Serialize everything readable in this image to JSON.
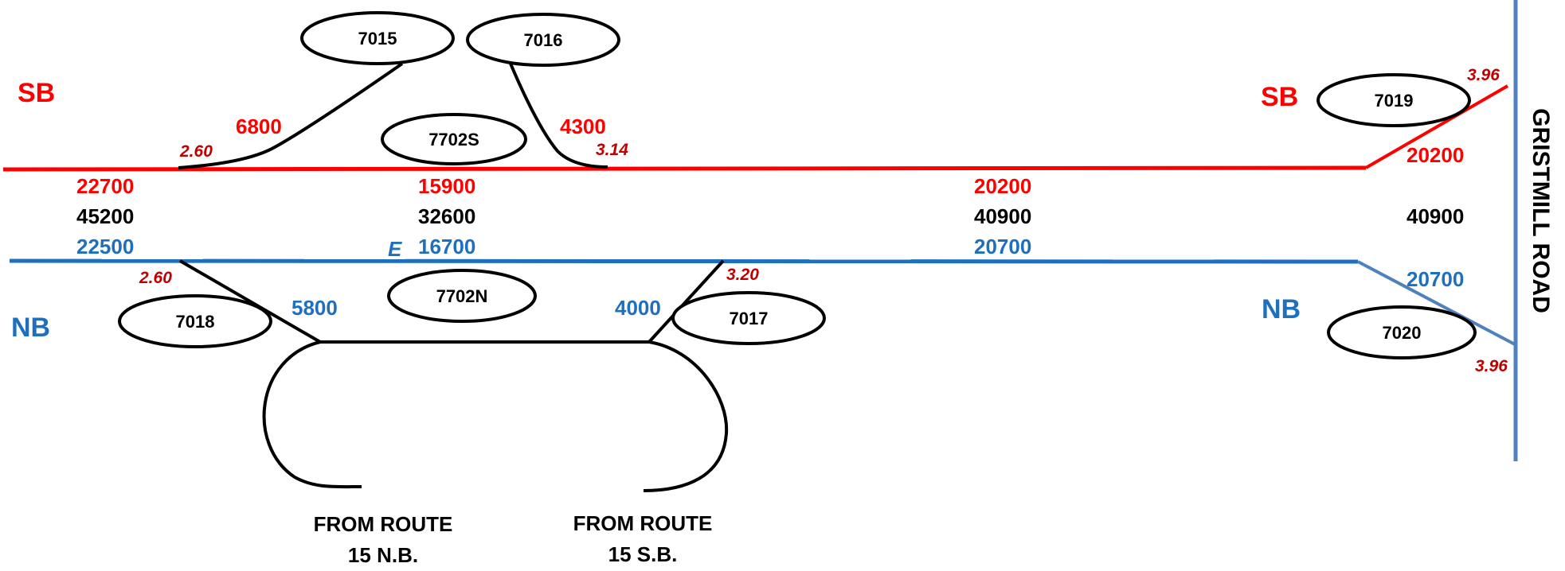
{
  "colors": {
    "southbound": "#ff0000",
    "northbound": "#1f6fbf",
    "milepost": "#c00000",
    "road": "#4f81bd",
    "ink": "#000000"
  },
  "directions": {
    "sb": "SB",
    "nb": "NB"
  },
  "road_name": "GRISTMILL ROAD",
  "mainline_marker": "E",
  "stations": {
    "s7015": "7015",
    "s7016": "7016",
    "s7702S": "7702S",
    "s7019": "7019",
    "s7018": "7018",
    "s7702N": "7702N",
    "s7017": "7017",
    "s7020": "7020"
  },
  "southbound_volumes": {
    "seg1": "22700",
    "seg2": "15900",
    "seg3": "20200",
    "seg4": "20200",
    "ramp_7015": "6800",
    "ramp_7016": "4300"
  },
  "total_volumes": {
    "seg1": "45200",
    "seg2": "32600",
    "seg3": "40900",
    "seg4": "40900"
  },
  "northbound_volumes": {
    "seg1": "22500",
    "seg2": "16700",
    "seg3": "20700",
    "seg4": "20700",
    "ramp_7018": "5800",
    "ramp_7017": "4000"
  },
  "mileposts": {
    "sb_ramp_7015": "2.60",
    "sb_ramp_7016": "3.14",
    "sb_gristmill": "3.96",
    "nb_ramp_7018": "2.60",
    "nb_ramp_7017": "3.20",
    "nb_gristmill": "3.96"
  },
  "origins": {
    "left_line1": "FROM ROUTE",
    "left_line2": "15 N.B.",
    "right_line1": "FROM ROUTE",
    "right_line2": "15 S.B."
  }
}
